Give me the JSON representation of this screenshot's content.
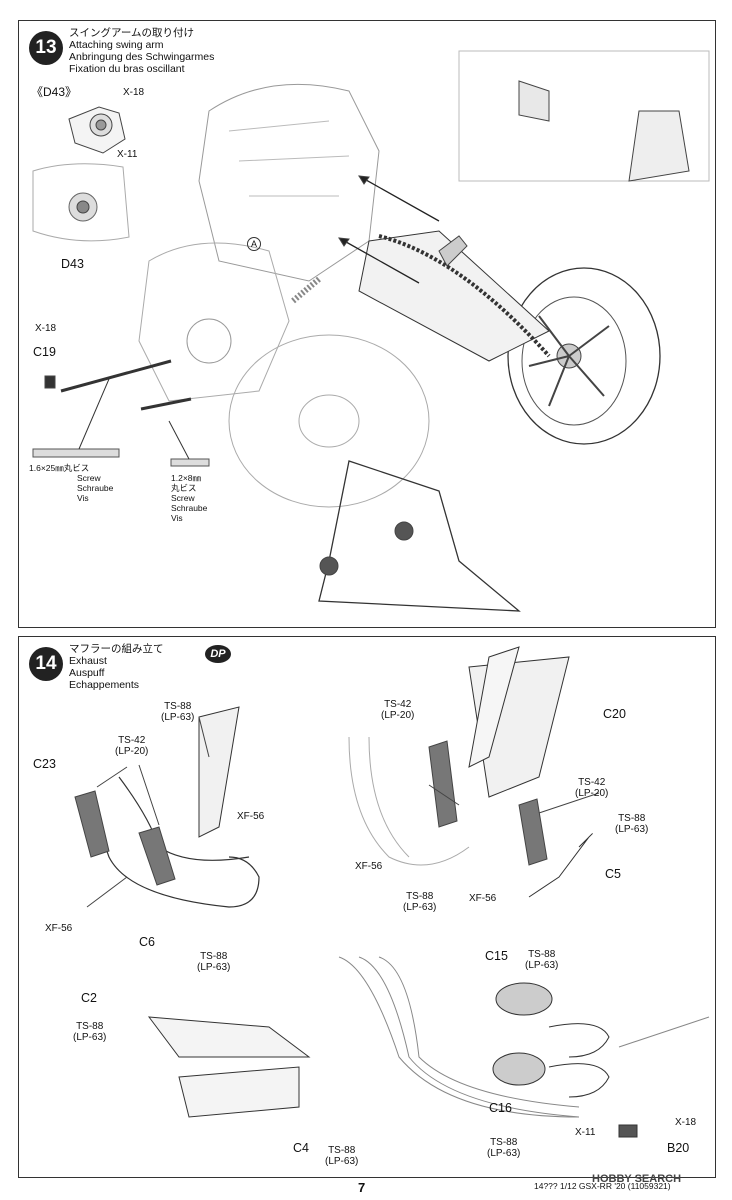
{
  "page_number": "7",
  "product_code": "14??? 1/12 GSX-RR '20 (11059321)",
  "watermark": "HOBBY SEARCH",
  "step13": {
    "number": "13",
    "title_jp": "スイングアームの取り付け",
    "title_en": "Attaching swing arm",
    "title_de": "Anbringung des Schwingarmes",
    "title_fr": "Fixation du bras oscillant",
    "detail_label": "《D43》",
    "x18_a": "X-18",
    "x11": "X-11",
    "d43": "D43",
    "x18_b": "X-18",
    "c19": "C19",
    "marker_a": "A",
    "screw1": {
      "size": "1.6×25㎜丸ビス",
      "en": "Screw",
      "de": "Schraube",
      "fr": "Vis"
    },
    "screw2": {
      "size": "1.2×8㎜",
      "jp": "丸ビス",
      "en": "Screw",
      "de": "Schraube",
      "fr": "Vis"
    }
  },
  "step14": {
    "number": "14",
    "title_jp": "マフラーの組み立て",
    "badge": "DP",
    "title_en": "Exhaust",
    "title_de": "Auspuff",
    "title_fr": "Echappements",
    "labels": {
      "ts88_a": "TS-88",
      "lp63_a": "(LP-63)",
      "ts42_a": "TS-42",
      "lp20_a": "(LP-20)",
      "c23": "C23",
      "xf56_a": "XF-56",
      "xf56_b": "XF-56",
      "c6": "C6",
      "ts88_b": "TS-88",
      "lp63_b": "(LP-63)",
      "ts42_b": "TS-42",
      "lp20_b": "(LP-20)",
      "c20": "C20",
      "ts42_c": "TS-42",
      "lp20_c": "(LP-20)",
      "ts88_c": "TS-88",
      "lp63_c": "(LP-63)",
      "xf56_c": "XF-56",
      "ts88_d": "TS-88",
      "lp63_d": "(LP-63)",
      "xf56_d": "XF-56",
      "c5": "C5",
      "c15": "C15",
      "ts88_e": "TS-88",
      "lp63_e": "(LP-63)",
      "c2": "C2",
      "ts88_f": "TS-88",
      "lp63_f": "(LP-63)",
      "c16": "C16",
      "ts88_g": "TS-88",
      "lp63_g": "(LP-63)",
      "c4": "C4",
      "ts88_h": "TS-88",
      "lp63_h": "(LP-63)",
      "x11": "X-11",
      "x18": "X-18",
      "b20": "B20"
    }
  }
}
